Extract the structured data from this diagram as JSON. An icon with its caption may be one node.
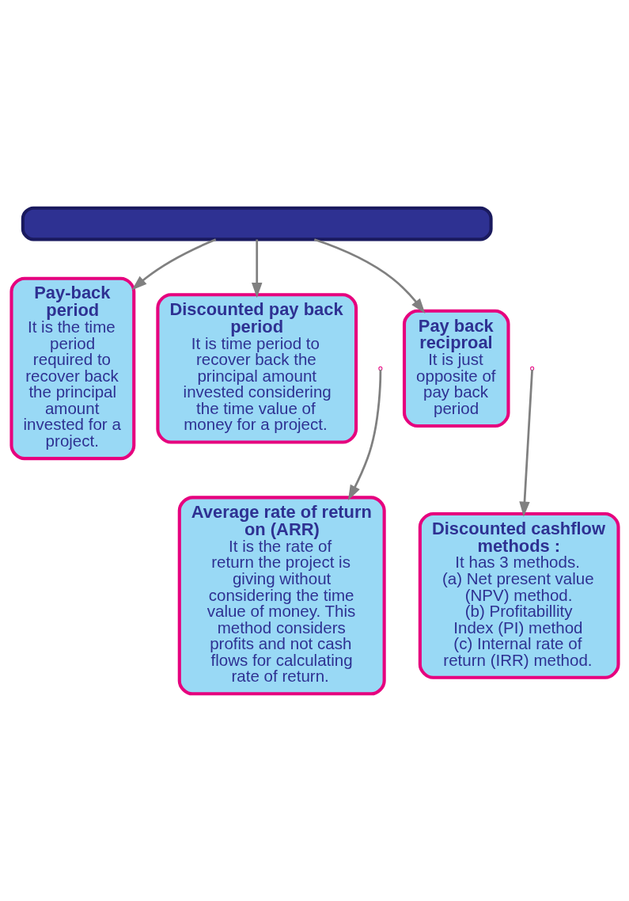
{
  "diagram": {
    "nodes": [
      {
        "text": [],
        "shape": "box"
      },
      {
        "text": [
          "Pay-back period",
          "It is the time period required to recover back the principal amount invested for a project."
        ]
      },
      {
        "text": [
          "Discounted pay back period",
          "It is time period to recover back the principal amount invested considering the time value of money for a project."
        ]
      },
      {
        "text": [
          "Pay back reciproal",
          "It is just opposite of pay back period"
        ]
      },
      {
        "text": [
          "Average rate of return on (ARR)",
          "It is the rate of return the project is giving without considering the time value of money. This method considers profits and not cash flows for calculating rate of return."
        ]
      },
      {
        "text": [
          "Discounted cashflow methods :",
          "It has 3 methods.",
          "(a) Net present value (NPV) method.",
          "(b) Profitabillity Index (PI) method",
          "(c) Internal rate of return (IRR) method."
        ]
      }
    ],
    "edges": [
      {
        "from": 0,
        "to": 1,
        "arrow": "to"
      },
      {
        "from": 0,
        "to": 2,
        "arrow": "to"
      },
      {
        "from": 0,
        "to": 3,
        "arrow": "to"
      },
      {
        "from": null,
        "to": 4,
        "arrow": "to"
      },
      {
        "from": null,
        "to": 5,
        "arrow": "to"
      }
    ]
  }
}
